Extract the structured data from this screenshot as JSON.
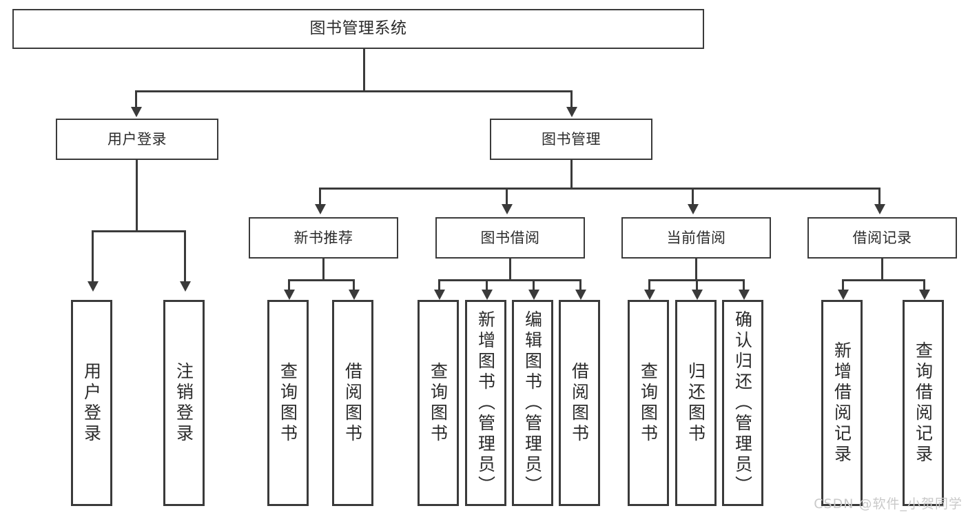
{
  "diagram": {
    "type": "tree",
    "title": "图书管理系统",
    "root": {
      "label": "图书管理系统"
    },
    "level2": [
      {
        "label": "用户登录"
      },
      {
        "label": "图书管理"
      }
    ],
    "level3": [
      {
        "label": "新书推荐"
      },
      {
        "label": "图书借阅"
      },
      {
        "label": "当前借阅"
      },
      {
        "label": "借阅记录"
      }
    ],
    "leaves": {
      "user_login": [
        {
          "label": "用户登录"
        },
        {
          "label": "注销登录"
        }
      ],
      "new_book_recommend": [
        {
          "label": "查询图书"
        },
        {
          "label": "借阅图书"
        }
      ],
      "book_borrow": [
        {
          "label": "查询图书"
        },
        {
          "label": "新增图书（管理员）"
        },
        {
          "label": "编辑图书（管理员）"
        },
        {
          "label": "借阅图书"
        }
      ],
      "current_borrow": [
        {
          "label": "查询图书"
        },
        {
          "label": "归还图书"
        },
        {
          "label": "确认归还（管理员）"
        }
      ],
      "borrow_record": [
        {
          "label": "新增借阅记录"
        },
        {
          "label": "查询借阅记录"
        }
      ]
    }
  },
  "watermark": {
    "text": "CSDN @软件_小贺同学"
  },
  "colors": {
    "stroke": "#3a3a3a",
    "text": "#2b2b2b",
    "background": "#ffffff",
    "watermark": "#c9c9c9"
  }
}
